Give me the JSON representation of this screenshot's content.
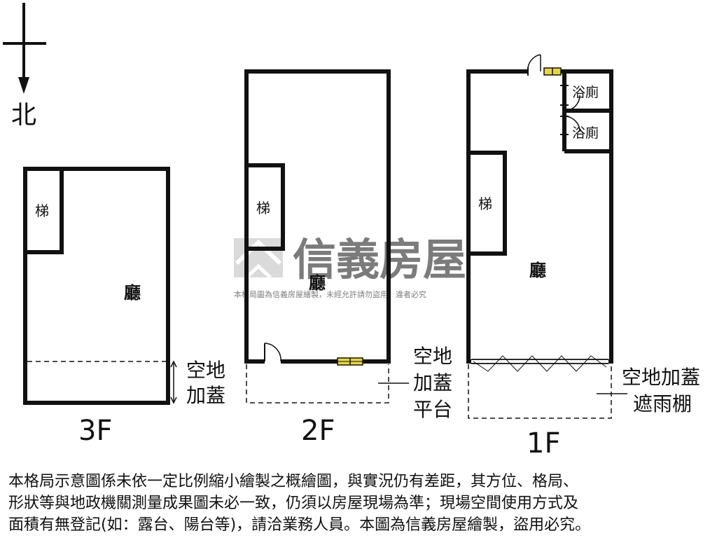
{
  "compass": {
    "label": "北"
  },
  "floors": [
    {
      "id": "3F",
      "label": "3F",
      "stair": "梯",
      "hall": "廳",
      "extension_note": [
        "空地",
        "加蓋"
      ]
    },
    {
      "id": "2F",
      "label": "2F",
      "stair": "梯",
      "hall": "廳",
      "extension_note": [
        "空地",
        "加蓋",
        "平台"
      ]
    },
    {
      "id": "1F",
      "label": "1F",
      "stair": "梯",
      "hall": "廳",
      "bathrooms": [
        "浴廁",
        "浴廁"
      ],
      "extension_note": [
        "空地加蓋",
        "遮雨棚"
      ]
    }
  ],
  "watermark": {
    "brand": "信義房屋",
    "sub": "本格局圖為信義房屋繪製，未經允許請勿盜用，違者必究"
  },
  "disclaimer": [
    "本格局示意圖係未依一定比例縮小繪製之概繪圖，與實況仍有差距，其方位、格局、",
    "形狀等與地政機關測量成果圖未必一致，仍須以房屋現場為準；現場空間使用方式及",
    "面積有無登記(如：露台、陽台等)，請洽業務人員。本圖為信義房屋繪製，盜用必究。"
  ],
  "colors": {
    "wall": "#111111",
    "window": "#e8d63a",
    "watermark": "#c9c9c9"
  }
}
